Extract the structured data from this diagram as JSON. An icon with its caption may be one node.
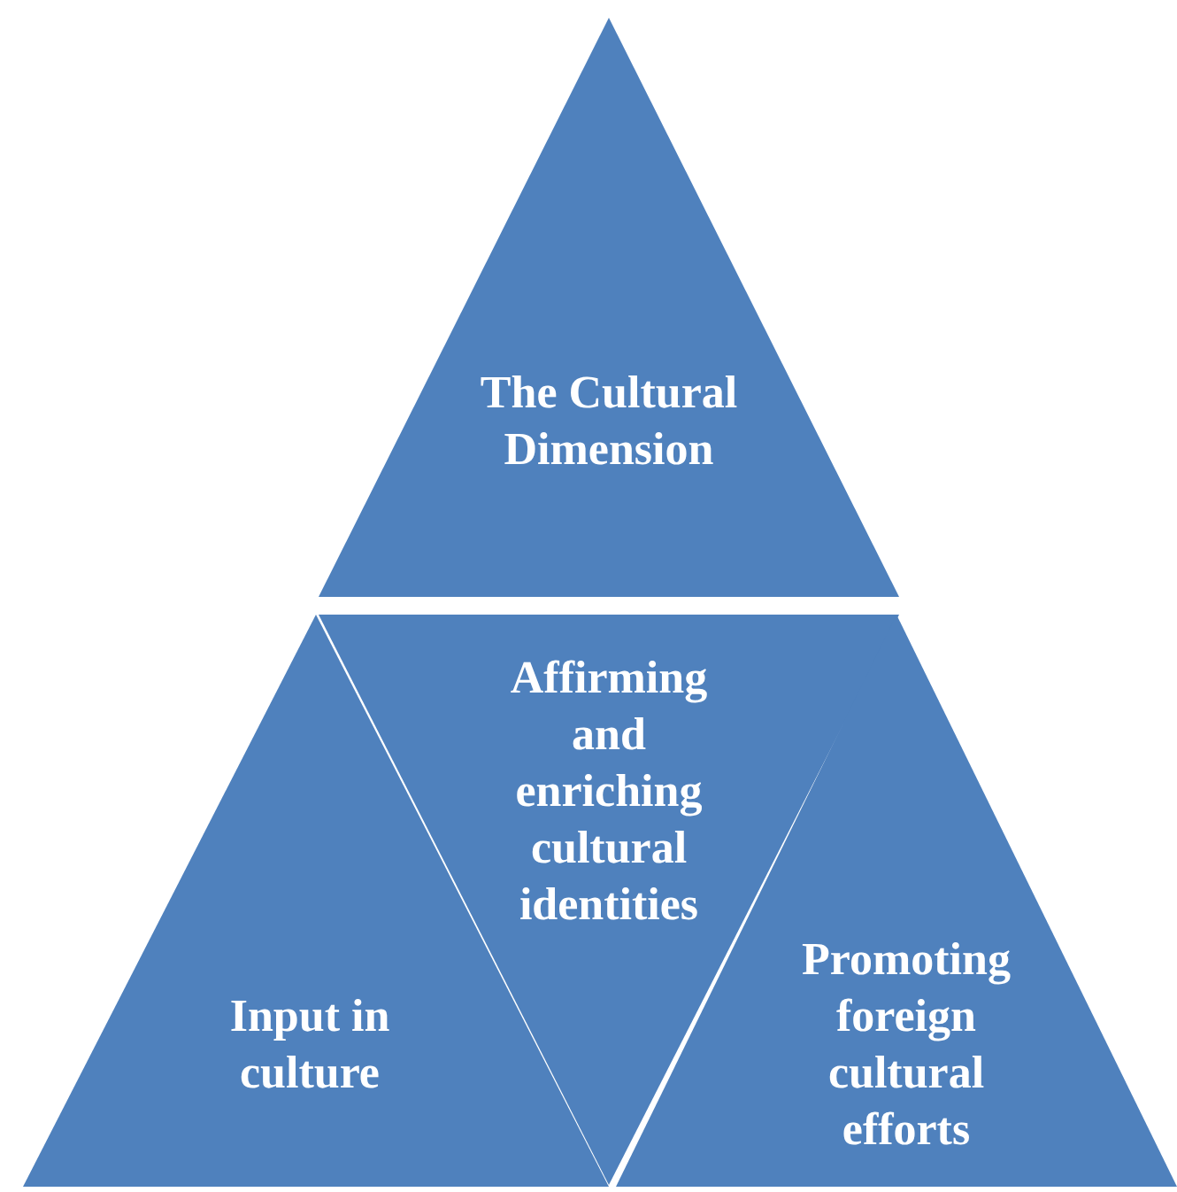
{
  "diagram": {
    "nodes": [
      {
        "text": [
          "The Cultural Dimension"
        ]
      },
      {
        "text": [
          "Affirming and enriching cultural identities"
        ]
      },
      {
        "text": [
          "Input in culture"
        ]
      },
      {
        "text": [
          "Promoting foreign cultural efforts"
        ]
      }
    ]
  }
}
